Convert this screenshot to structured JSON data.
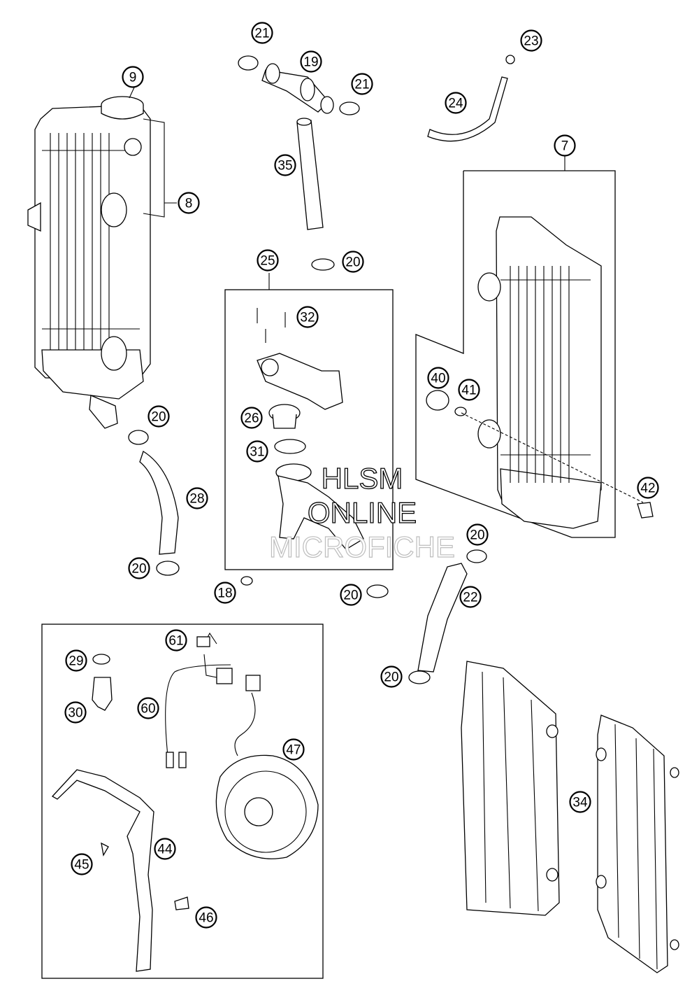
{
  "watermark": {
    "line1": "HLSM",
    "line2": "ONLINE",
    "line3": "MICROFICHE"
  },
  "callouts": [
    {
      "id": "c9",
      "label": "9"
    },
    {
      "id": "c8",
      "label": "8"
    },
    {
      "id": "c21a",
      "label": "21"
    },
    {
      "id": "c19",
      "label": "19"
    },
    {
      "id": "c21b",
      "label": "21"
    },
    {
      "id": "c23",
      "label": "23"
    },
    {
      "id": "c24",
      "label": "24"
    },
    {
      "id": "c35",
      "label": "35"
    },
    {
      "id": "c7",
      "label": "7"
    },
    {
      "id": "c25",
      "label": "25"
    },
    {
      "id": "c20a",
      "label": "20"
    },
    {
      "id": "c32",
      "label": "32"
    },
    {
      "id": "c20b",
      "label": "20"
    },
    {
      "id": "c26",
      "label": "26"
    },
    {
      "id": "c40",
      "label": "40"
    },
    {
      "id": "c41",
      "label": "41"
    },
    {
      "id": "c31",
      "label": "31"
    },
    {
      "id": "c28",
      "label": "28"
    },
    {
      "id": "c42",
      "label": "42"
    },
    {
      "id": "c20c",
      "label": "20"
    },
    {
      "id": "c20d",
      "label": "20"
    },
    {
      "id": "c18",
      "label": "18"
    },
    {
      "id": "c20e",
      "label": "20"
    },
    {
      "id": "c22",
      "label": "22"
    },
    {
      "id": "c61",
      "label": "61"
    },
    {
      "id": "c29",
      "label": "29"
    },
    {
      "id": "c20f",
      "label": "20"
    },
    {
      "id": "c60",
      "label": "60"
    },
    {
      "id": "c30",
      "label": "30"
    },
    {
      "id": "c47",
      "label": "47"
    },
    {
      "id": "c34",
      "label": "34"
    },
    {
      "id": "c45",
      "label": "45"
    },
    {
      "id": "c44",
      "label": "44"
    },
    {
      "id": "c46",
      "label": "46"
    }
  ]
}
